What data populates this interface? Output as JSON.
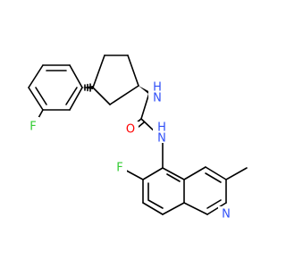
{
  "molecule": {
    "atoms": {
      "fluoro_top": {
        "label": "F",
        "color": "#33cc33"
      },
      "urea_oxygen": {
        "label": "O",
        "color": "#ff0000"
      },
      "amine_top": {
        "label": "H",
        "suffix": "N",
        "color": "#3050f8"
      },
      "amine_bottom": {
        "label": "H",
        "suffix": "N",
        "color": "#3050f8"
      },
      "fluoro_bottom": {
        "label": "F",
        "color": "#33cc33"
      },
      "ring_nitrogen": {
        "label": "N",
        "color": "#3050f8"
      }
    }
  },
  "colors": {
    "bond": "#000000",
    "fluorine": "#33cc33",
    "oxygen": "#ff0000",
    "nitrogen": "#3050f8",
    "background": "#ffffff"
  }
}
